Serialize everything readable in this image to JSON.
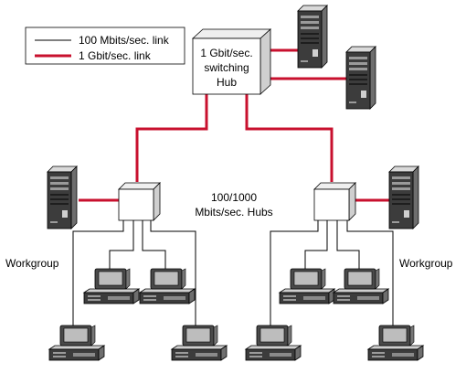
{
  "legend": {
    "thin_label": "100 Mbits/sec. link",
    "thick_label": "1 Gbit/sec. link"
  },
  "hub": {
    "line1": "1 Gbit/sec.",
    "line2": "switching",
    "line3": "Hub"
  },
  "hubs_label": {
    "line1": "100/1000",
    "line2": "Mbits/sec. Hubs"
  },
  "workgroup_left": "Workgroup",
  "workgroup_right": "Workgroup",
  "colors": {
    "gigabit_link": "#c8102e",
    "fast_link": "#000000",
    "device_dark": "#3a3a3a",
    "device_light": "#bdbdbd"
  }
}
